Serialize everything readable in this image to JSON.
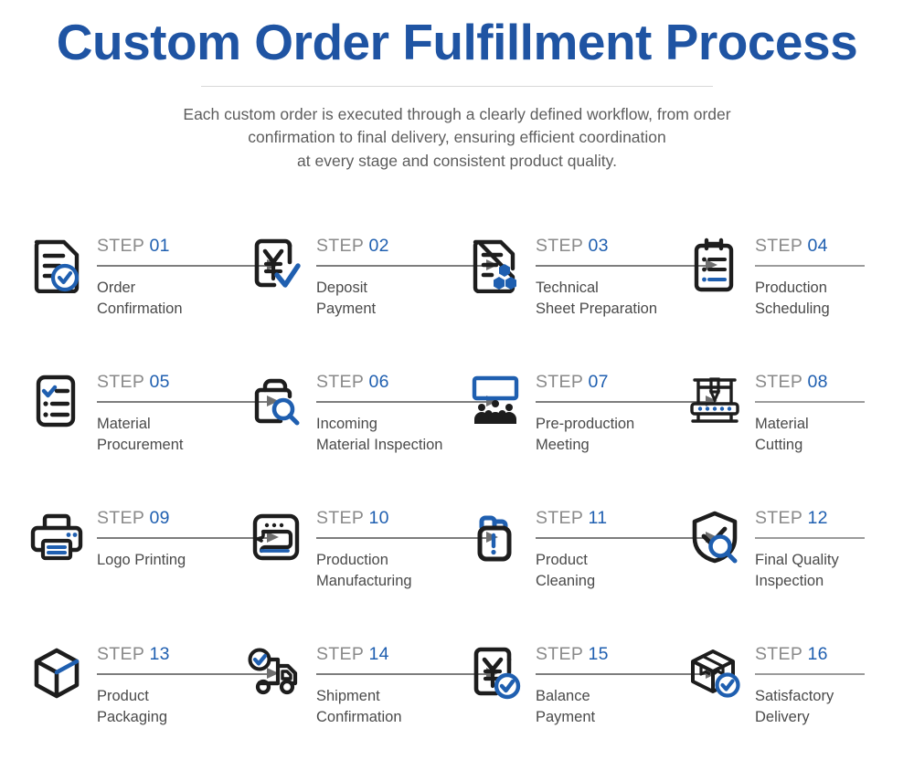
{
  "header": {
    "title": "Custom Order Fulfillment Process",
    "subtitle_line1": "Each custom order is executed through a clearly defined workflow, from order",
    "subtitle_line2": "confirmation to final delivery, ensuring efficient coordination",
    "subtitle_line3": "at every stage and consistent product quality."
  },
  "colors": {
    "title_blue": "#1f54a3",
    "accent_blue": "#1f5fb0",
    "icon_dark": "#1d1d1d",
    "step_label_gray": "#8a8a8a",
    "desc_gray": "#4a4a4a",
    "arrow_gray": "#6f6f6f",
    "rule_gray": "#9b9b9b",
    "background": "#ffffff"
  },
  "step_word": "STEP",
  "steps": [
    {
      "number": "01",
      "label": "STEP",
      "desc_line1": "Order",
      "desc_line2": "Confirmation",
      "icon": "document-check-icon",
      "has_arrow": true
    },
    {
      "number": "02",
      "label": "STEP",
      "desc_line1": "Deposit",
      "desc_line2": "Payment",
      "icon": "yen-check-icon",
      "has_arrow": true
    },
    {
      "number": "03",
      "label": "STEP",
      "desc_line1": "Technical",
      "desc_line2": "Sheet Preparation",
      "icon": "document-hexagons-icon",
      "has_arrow": true
    },
    {
      "number": "04",
      "label": "STEP",
      "desc_line1": "Production",
      "desc_line2": "Scheduling",
      "icon": "clipboard-list-icon",
      "has_arrow": false
    },
    {
      "number": "05",
      "label": "STEP",
      "desc_line1": "Material",
      "desc_line2": "Procurement",
      "icon": "checklist-icon",
      "has_arrow": true
    },
    {
      "number": "06",
      "label": "STEP",
      "desc_line1": "Incoming",
      "desc_line2": "Material Inspection",
      "icon": "box-search-icon",
      "has_arrow": true
    },
    {
      "number": "07",
      "label": "STEP",
      "desc_line1": "Pre-production",
      "desc_line2": "Meeting",
      "icon": "presentation-audience-icon",
      "has_arrow": true
    },
    {
      "number": "08",
      "label": "STEP",
      "desc_line1": "Material",
      "desc_line2": "Cutting",
      "icon": "cutting-machine-icon",
      "has_arrow": false
    },
    {
      "number": "09",
      "label": "STEP",
      "desc_line1": "Logo Printing",
      "desc_line2": "",
      "icon": "printer-icon",
      "has_arrow": true
    },
    {
      "number": "10",
      "label": "STEP",
      "desc_line1": "Production",
      "desc_line2": "Manufacturing",
      "icon": "sewing-machine-icon",
      "has_arrow": true
    },
    {
      "number": "11",
      "label": "STEP",
      "desc_line1": "Product",
      "desc_line2": "Cleaning",
      "icon": "cleaning-bottle-icon",
      "has_arrow": true
    },
    {
      "number": "12",
      "label": "STEP",
      "desc_line1": "Final Quality",
      "desc_line2": "Inspection",
      "icon": "shield-check-search-icon",
      "has_arrow": false
    },
    {
      "number": "13",
      "label": "STEP",
      "desc_line1": "Product",
      "desc_line2": "Packaging",
      "icon": "cube-icon",
      "has_arrow": true
    },
    {
      "number": "14",
      "label": "STEP",
      "desc_line1": "Shipment",
      "desc_line2": "Confirmation",
      "icon": "truck-check-icon",
      "has_arrow": true
    },
    {
      "number": "15",
      "label": "STEP",
      "desc_line1": "Balance",
      "desc_line2": "Payment",
      "icon": "yen-circle-check-icon",
      "has_arrow": true
    },
    {
      "number": "16",
      "label": "STEP",
      "desc_line1": "Satisfactory",
      "desc_line2": "Delivery",
      "icon": "package-check-icon",
      "has_arrow": false
    }
  ]
}
